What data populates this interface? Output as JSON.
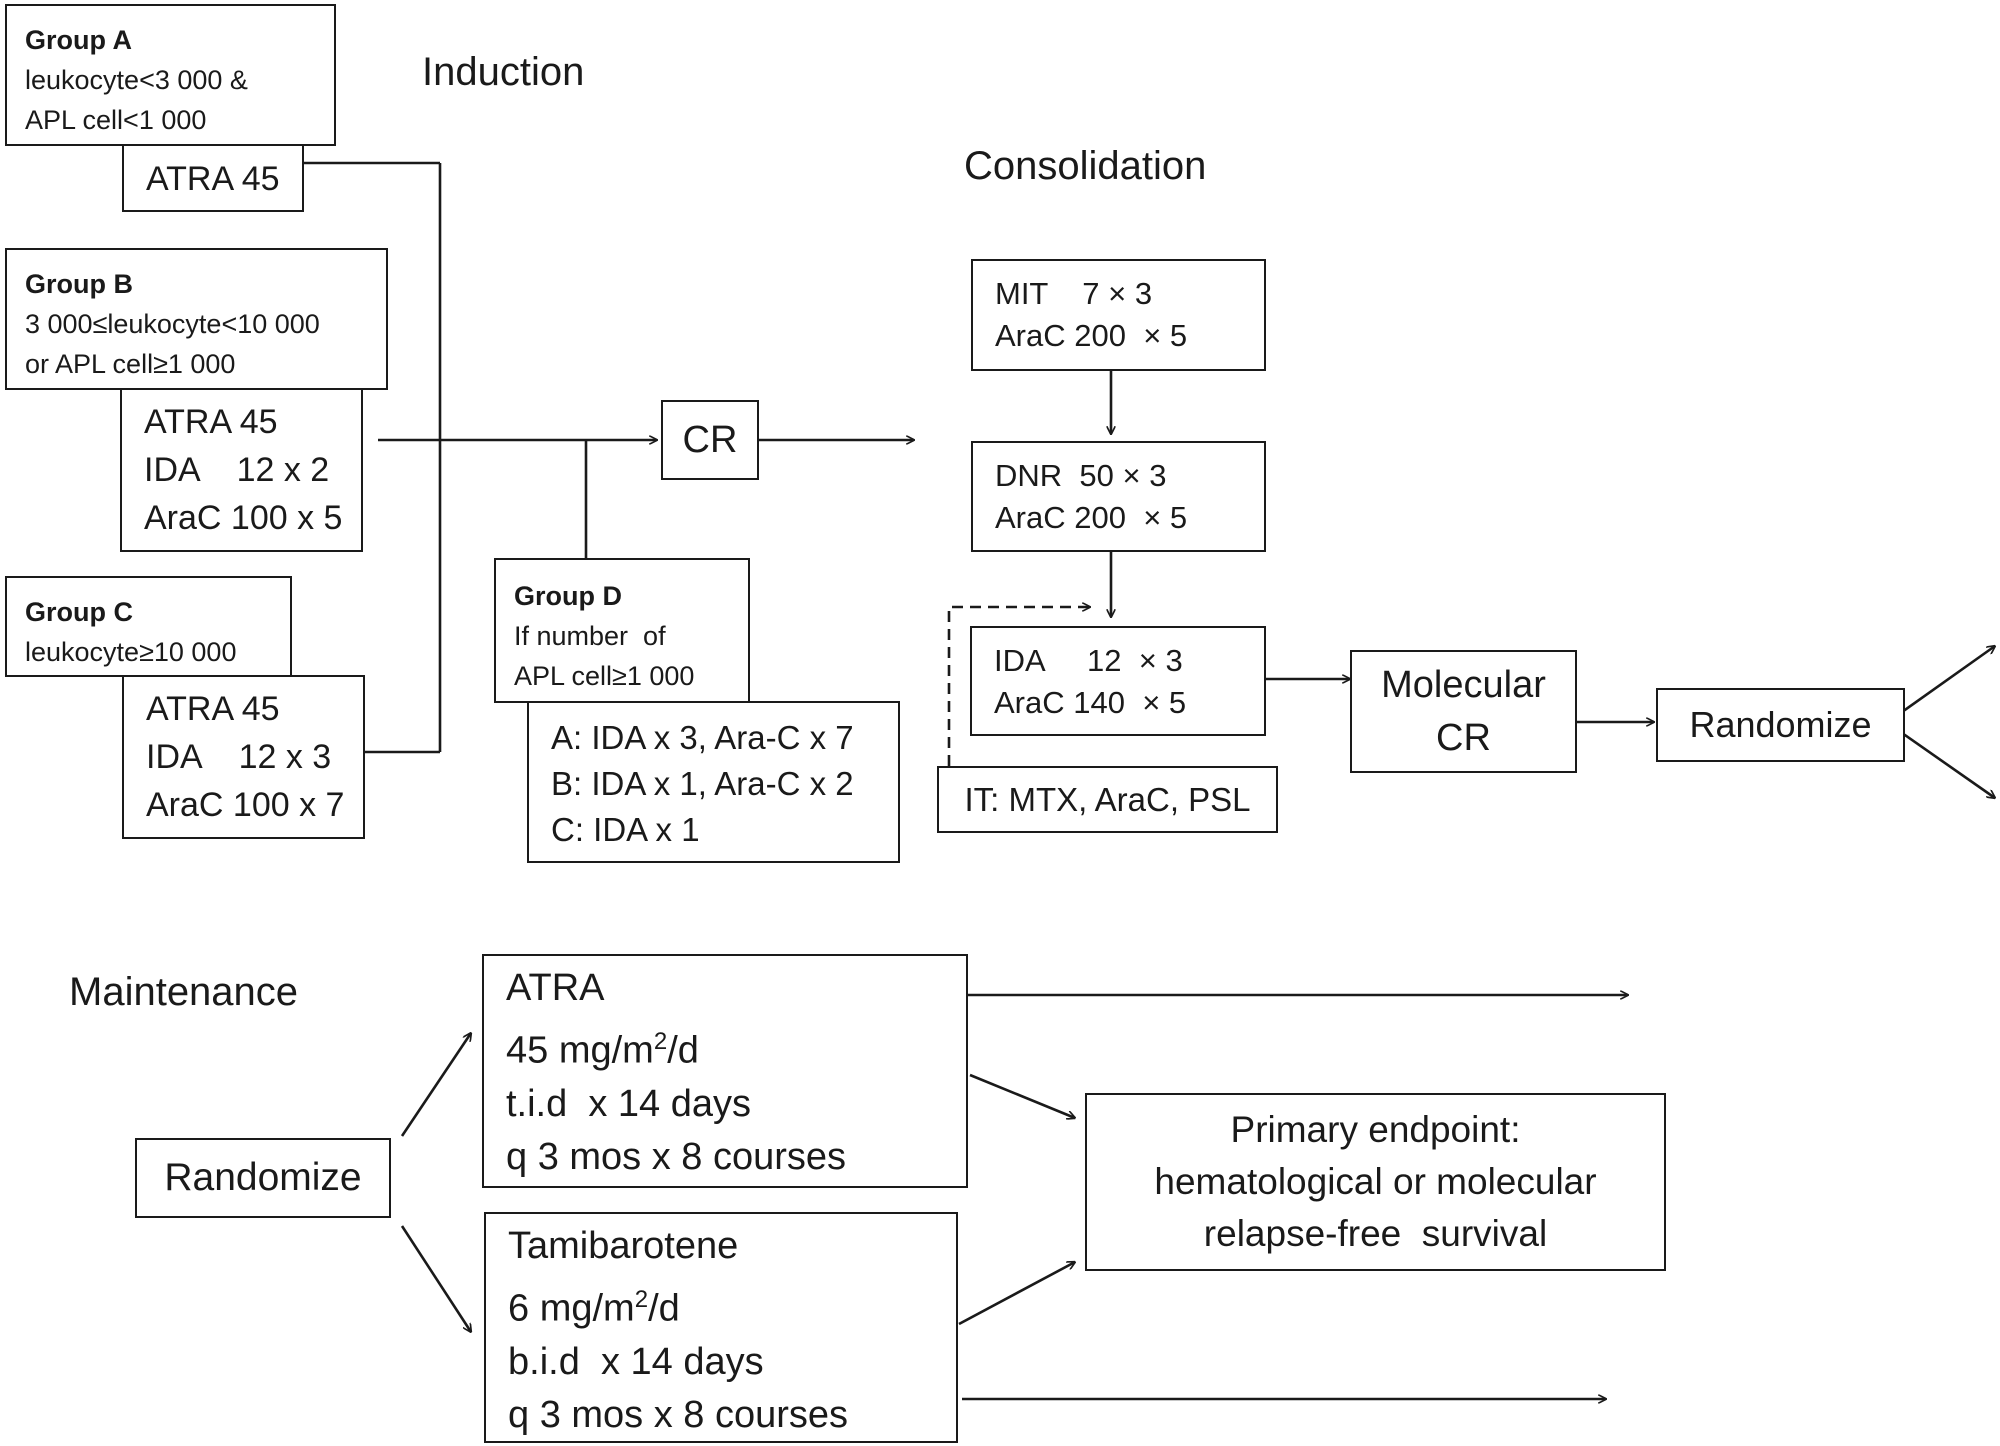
{
  "headings": {
    "induction": "Induction",
    "consolidation": "Consolidation",
    "maintenance": "Maintenance"
  },
  "induction": {
    "group_a": {
      "title": "Group A",
      "criteria": [
        "leukocyte<3 000 &",
        "APL cell<1 000"
      ],
      "regimen": [
        "ATRA  45"
      ]
    },
    "group_b": {
      "title": "Group B",
      "criteria": [
        "3 000≤leukocyte<10 000",
        "or APL cell≥1 000"
      ],
      "regimen": [
        "ATRA  45",
        "IDA    12 x 2",
        "AraC 100 x 5"
      ]
    },
    "group_c": {
      "title": "Group C",
      "criteria": [
        "leukocyte≥10 000"
      ],
      "regimen": [
        "ATRA  45",
        "IDA    12 x 3",
        "AraC 100 x 7"
      ]
    },
    "group_d": {
      "title": "Group D",
      "criteria": [
        "If number  of",
        "APL cell≥1 000"
      ],
      "regimen": [
        "A: IDA x 3, Ara-C x 7",
        "B: IDA x 1, Ara-C x 2",
        "C: IDA x 1"
      ]
    },
    "cr": "CR"
  },
  "consolidation": {
    "course1": [
      "MIT    7 × 3",
      "AraC 200  × 5"
    ],
    "course2": [
      "DNR  50 × 3",
      "AraC 200  × 5"
    ],
    "course3": [
      "IDA     12  × 3",
      "AraC 140  × 5"
    ],
    "it": "IT: MTX, AraC, PSL",
    "molecular_cr": [
      "Molecular",
      "CR"
    ],
    "randomize": "Randomize"
  },
  "maintenance": {
    "randomize": "Randomize",
    "atra": {
      "drug": "ATRA",
      "dose_value": "45 mg/m",
      "dose_sup": "2",
      "dose_unit": "/d",
      "schedule": "t.i.d  x 14 days",
      "courses": "q 3 mos x 8 courses"
    },
    "tamibarotene": {
      "drug": "Tamibarotene",
      "dose_value": "6 mg/m",
      "dose_sup": "2",
      "dose_unit": "/d",
      "schedule": "b.i.d  x 14 days",
      "courses": "q 3 mos x 8 courses"
    },
    "endpoint": [
      "Primary endpoint:",
      "hematological or molecular",
      "relapse-free  survival"
    ]
  }
}
